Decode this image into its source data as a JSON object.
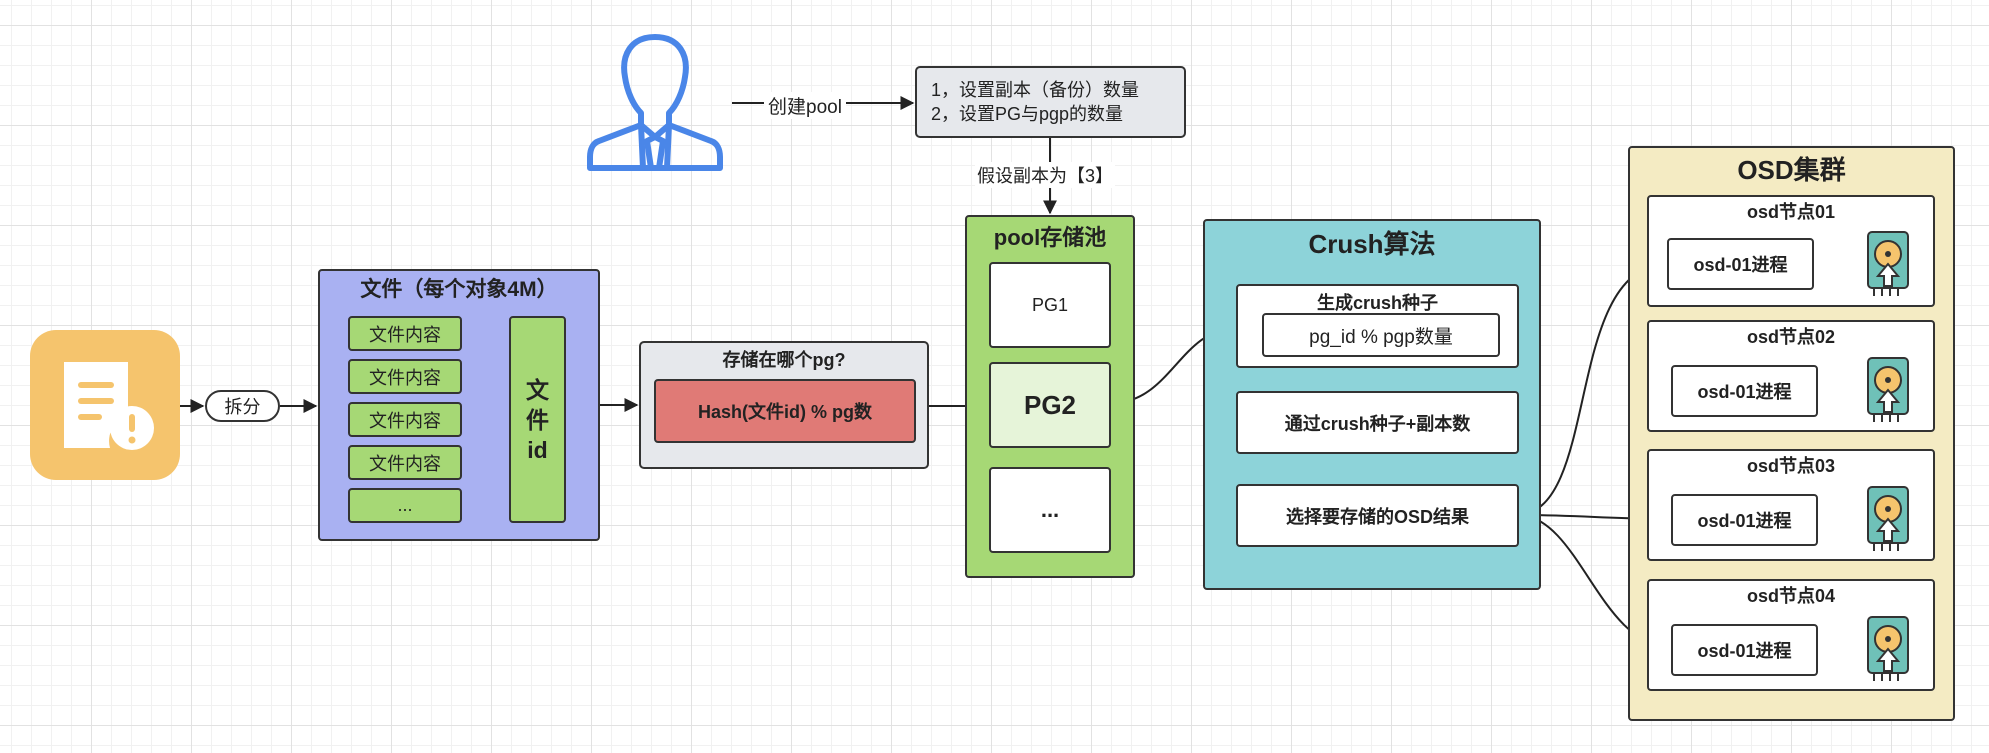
{
  "user_action": {
    "label": "创建pool"
  },
  "pool_config": {
    "lines": [
      "1，设置副本（备份）数量",
      "2，设置PG与pgp的数量"
    ]
  },
  "replica_note": "假设副本为【3】",
  "split_label": "拆分",
  "file_group": {
    "title": "文件（每个对象4M）",
    "chunks": [
      "文件内容",
      "文件内容",
      "文件内容",
      "文件内容",
      "..."
    ],
    "id_label": [
      "文",
      "件",
      "id"
    ]
  },
  "pg_select": {
    "title": "存储在哪个pg?",
    "formula": "Hash(文件id)  %  pg数"
  },
  "pool": {
    "title": "pool存储池",
    "items": [
      "PG1",
      "PG2",
      "..."
    ]
  },
  "crush": {
    "title": "Crush算法",
    "seed_title": "生成crush种子",
    "seed_formula": "pg_id %  pgp数量",
    "step2": "通过crush种子+副本数",
    "step3": "选择要存储的OSD结果"
  },
  "osd_cluster": {
    "title": "OSD集群",
    "nodes": [
      {
        "name": "osd节点01",
        "process": "osd-01进程"
      },
      {
        "name": "osd节点02",
        "process": "osd-01进程"
      },
      {
        "name": "osd节点03",
        "process": "osd-01进程"
      },
      {
        "name": "osd节点04",
        "process": "osd-01进程"
      }
    ]
  },
  "colors": {
    "file_group_bg": "#a9b1f2",
    "chunk_bg": "#a6d875",
    "pg_formula_bg": "#e07a76",
    "pool_bg": "#a6d875",
    "crush_bg": "#8dd3d9",
    "osd_cluster_bg": "#f4ebc3",
    "user_icon": "#4a86e8",
    "file_icon_bg": "#f5c46d"
  }
}
